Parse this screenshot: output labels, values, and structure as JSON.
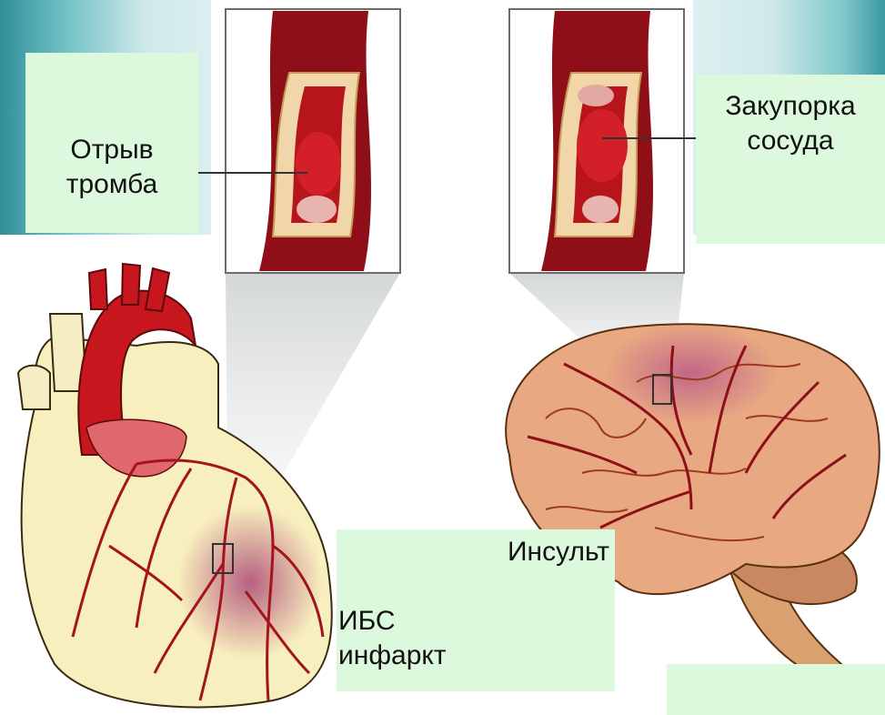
{
  "labels": {
    "thrombus_break": "Отрыв\nтромба",
    "vessel_block": "Закупорка\nсосуда",
    "stroke": "Инсульт",
    "ihd": "ИБС\nинфаркт"
  },
  "colors": {
    "label_bg": "#ddf9dd",
    "artery": "#b5121b",
    "heart_fill": "#f8efbe",
    "brain_fill": "#e8a882",
    "infarct": "#a0306c"
  }
}
